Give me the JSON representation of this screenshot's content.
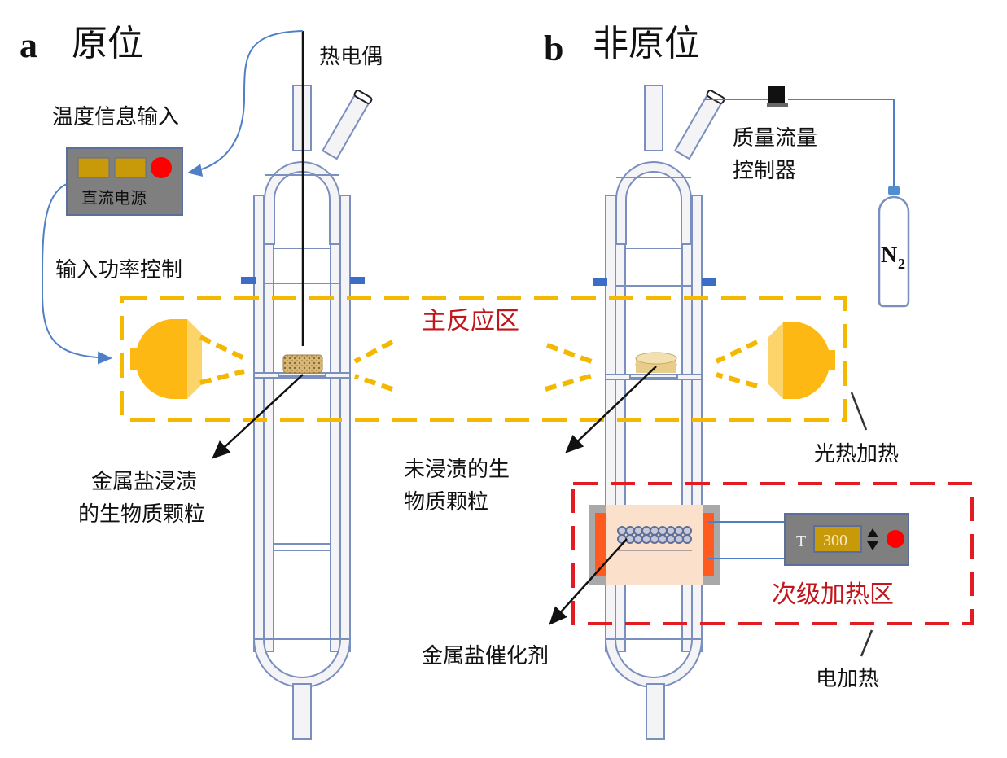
{
  "panels": {
    "a": {
      "letter": "a",
      "title": "原位"
    },
    "b": {
      "letter": "b",
      "title": "非原位"
    }
  },
  "labels": {
    "thermocouple": "热电偶",
    "temp_input": "温度信息输入",
    "dc_power": "直流电源",
    "power_control": "输入功率控制",
    "main_zone": "主反应区",
    "impregnated_pellet_line1": "金属盐浸渍",
    "impregnated_pellet_line2": "的生物质颗粒",
    "unimpregnated_line1": "未浸渍的生",
    "unimpregnated_line2": "物质颗粒",
    "mfc_line1": "质量流量",
    "mfc_line2": "控制器",
    "gas_main": "N",
    "gas_sub": "2",
    "photothermal": "光热加热",
    "secondary_zone": "次级加热区",
    "catalyst": "金属盐催化剂",
    "electric_heating": "电加热"
  },
  "controller": {
    "label": "T",
    "value": "300"
  },
  "colors": {
    "lamp": "#fdb813",
    "main_zone_border": "#f5b800",
    "secondary_zone_border": "#e31b23",
    "glass_stroke": "#7a8fbd",
    "wire": "#4f7fc6",
    "heater": "#ff5a1f",
    "display": "#c89a0a",
    "device_body": "#7f7f7f",
    "indicator": "#ff0000",
    "zone_title": "#c0161c"
  }
}
